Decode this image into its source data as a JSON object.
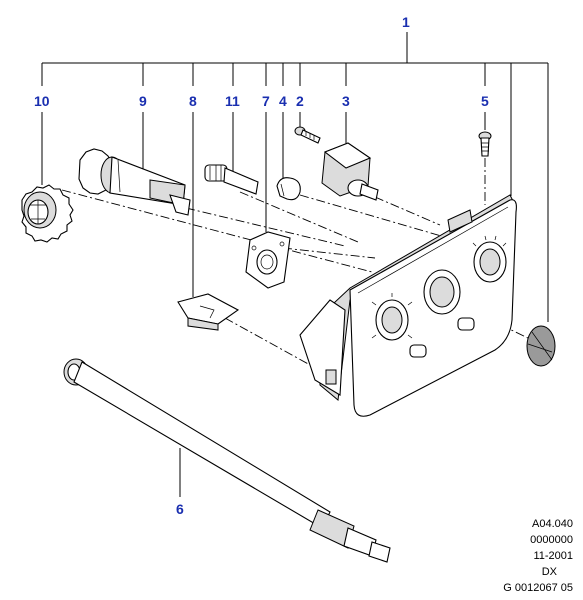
{
  "callouts": {
    "c1": "1",
    "c2": "2",
    "c3": "3",
    "c4": "4",
    "c5": "5",
    "c6": "6",
    "c7": "7",
    "c8": "8",
    "c9": "9",
    "c10": "10",
    "c11": "11"
  },
  "reference": {
    "line1": "A04.040",
    "line2": "0000000",
    "line3": "11-2001",
    "line4": "DX",
    "line5": "G 0012067 05"
  },
  "colors": {
    "callout_text": "#1a2fb0",
    "line": "#000000",
    "shade": "#dcdcdc"
  }
}
